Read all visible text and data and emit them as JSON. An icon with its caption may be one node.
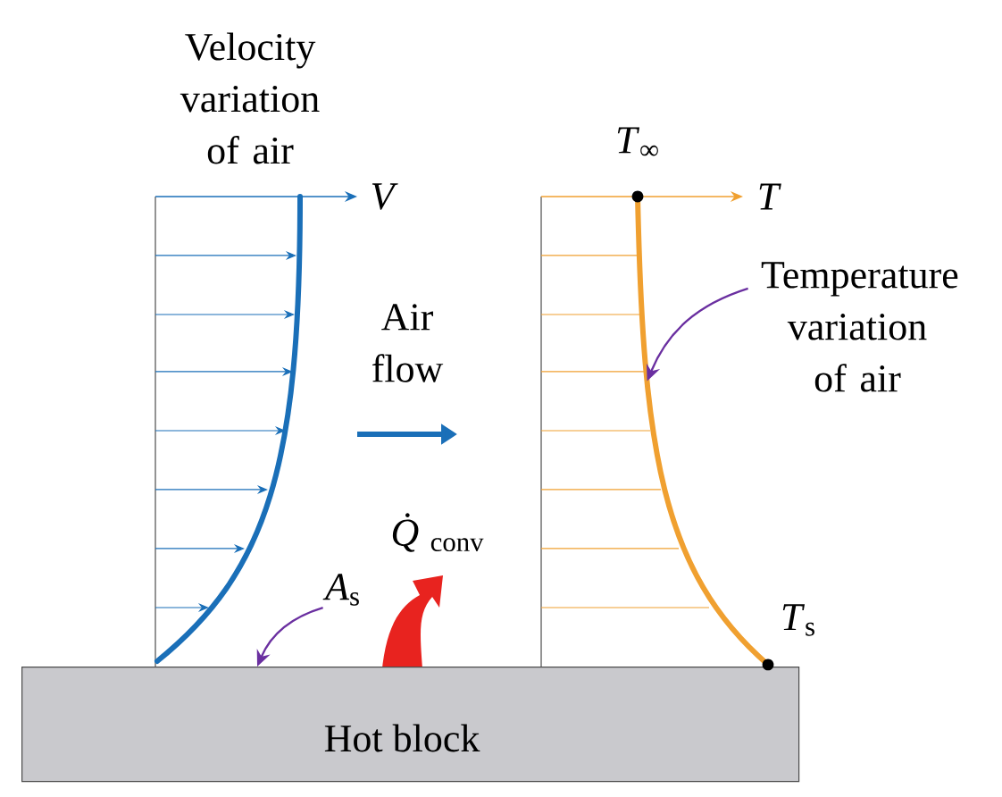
{
  "diagram": {
    "nodes": [
      {
        "text": [
          "Hot block"
        ]
      },
      {
        "text": [
          "*A*$_{s}$"
        ]
      },
      {
        "text": [
          "Temperature variation of air"
        ]
      },
      {
        "text": [],
        "shape": "curve"
      }
    ],
    "edges": [
      {
        "from": 1,
        "to": 0,
        "arrow": "to"
      },
      {
        "from": 2,
        "to": 3,
        "arrow": "to"
      }
    ],
    "labels": [
      "Velocity variation of air",
      "*T*$_{∞}$",
      "V",
      "T",
      "Air flow",
      "*Q̇*$_{conv}$",
      "*T*$_{s}$"
    ]
  }
}
